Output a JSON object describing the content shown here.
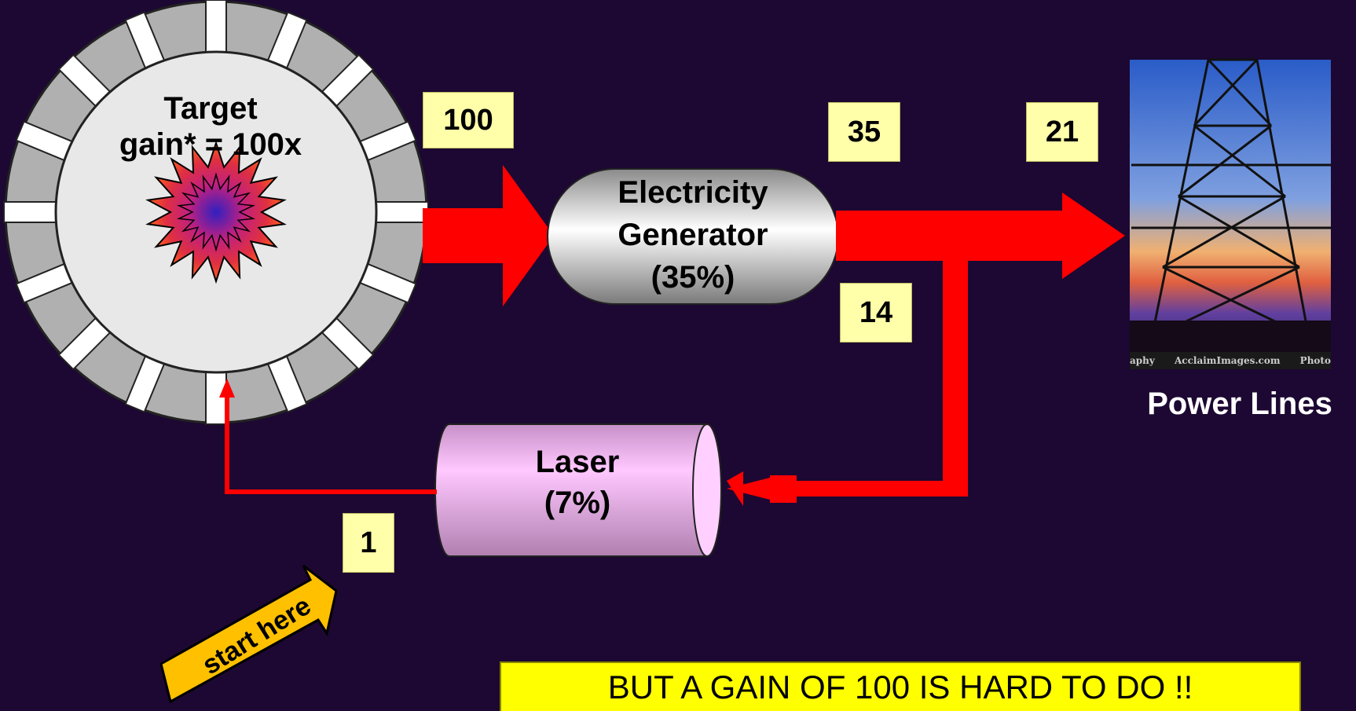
{
  "target": {
    "title_line1": "Target",
    "title_line2": "gain* = 100x"
  },
  "generator": {
    "line1": "Electricity",
    "line2": "Generator",
    "line3": "(35%)"
  },
  "laser": {
    "line1": "Laser",
    "line2": "(7%)"
  },
  "values": {
    "target_output": "100",
    "generator_output": "35",
    "to_power_lines": "21",
    "to_laser": "14",
    "laser_output": "1"
  },
  "power_lines": {
    "caption": "Power Lines",
    "credit_left": "aphy",
    "credit_mid": "AcclaimImages.com",
    "credit_right": "Photo"
  },
  "start_arrow_label": "start here",
  "bottom_note": "BUT A GAIN OF 100 IS HARD TO DO  !!",
  "colors": {
    "background": "#1c0832",
    "flow_arrow": "#ff0000",
    "value_box": "#ffffaa",
    "note_box": "#ffff00",
    "start_arrow": "#ffc000",
    "laser_body": "#f0b0f0"
  }
}
